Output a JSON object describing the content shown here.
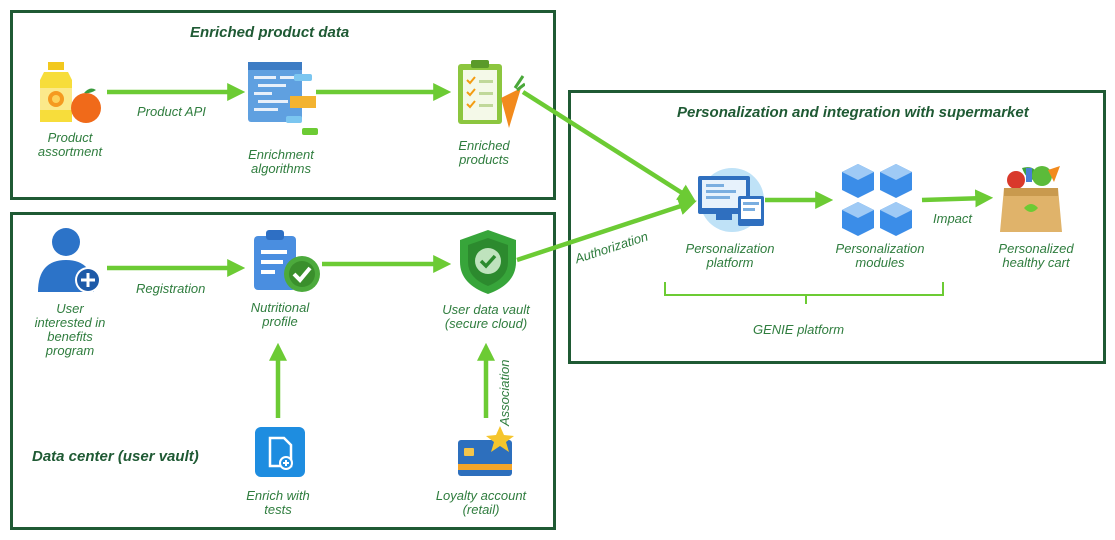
{
  "sections": {
    "enriched": "Enriched product data",
    "personalization": "Personalization and integration with supermarket",
    "datacenter": "Data center (user vault)"
  },
  "nodes": {
    "product_assortment": "Product\nassortment",
    "enrichment_algorithms": "Enrichment\nalgorithms",
    "enriched_products": "Enriched\nproducts",
    "user_interested": "User\ninterested in\nbenefits\nprogram",
    "nutritional_profile": "Nutritional\nprofile",
    "user_data_vault": "User data vault\n(secure cloud)",
    "enrich_tests": "Enrich with\ntests",
    "loyalty_account": "Loyalty account\n(retail)",
    "personalization_platform": "Personalization\nplatform",
    "personalization_modules": "Personalization\nmodules",
    "healthy_cart": "Personalized\nhealthy cart"
  },
  "edges": {
    "product_api": "Product API",
    "registration": "Registration",
    "authorization": "Authorization",
    "association": "Association",
    "impact": "Impact"
  },
  "group_label": "GENIE platform",
  "colors": {
    "box_border": "#1f5a34",
    "arrow": "#6ccb34",
    "label": "#2f7d3e"
  }
}
